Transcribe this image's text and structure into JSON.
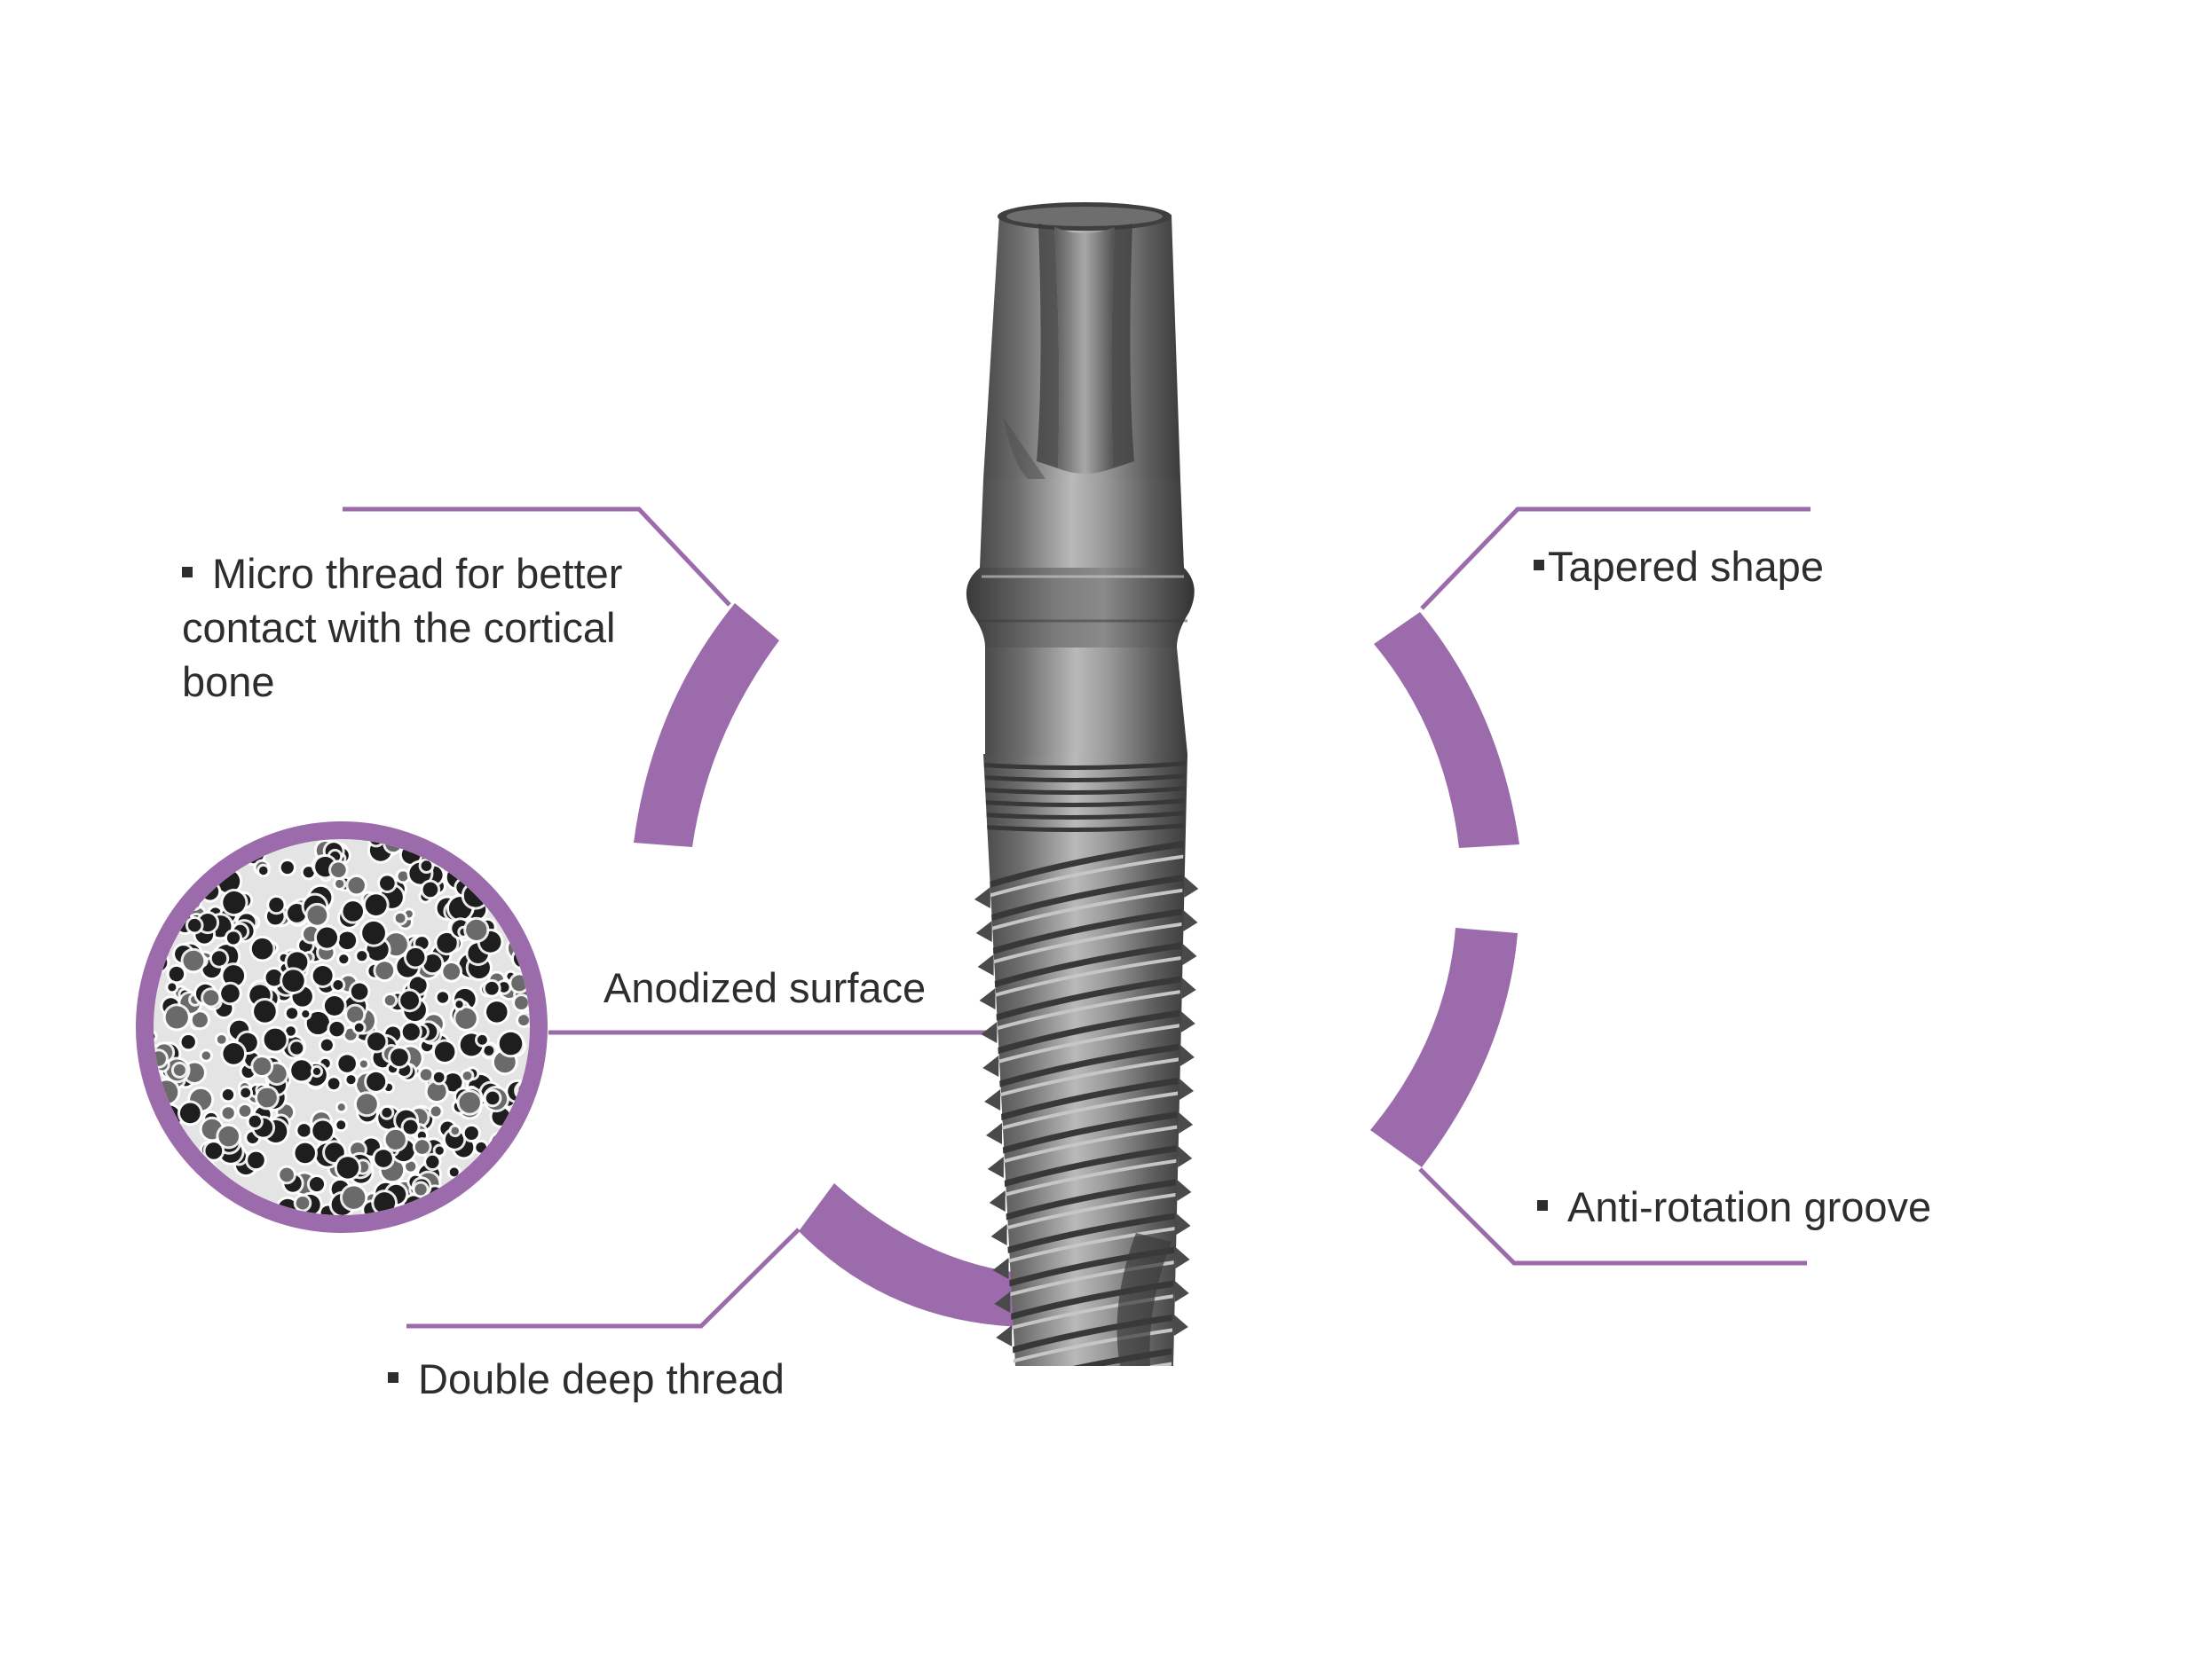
{
  "diagram": {
    "accent_color": "#9b6bab",
    "callouts": {
      "micro_thread": {
        "lines": [
          "Micro thread for better",
          "contact with the cortical",
          "bone"
        ]
      },
      "tapered_shape": {
        "text": "Tapered shape"
      },
      "anodized_surface": {
        "text": "Anodized surface"
      },
      "anti_rotation": {
        "text": "Anti-rotation groove"
      },
      "double_thread": {
        "text": "Double deep thread"
      }
    },
    "images": {
      "implant": "dental-implant-render",
      "surface": "anodized-surface-micrograph"
    }
  }
}
